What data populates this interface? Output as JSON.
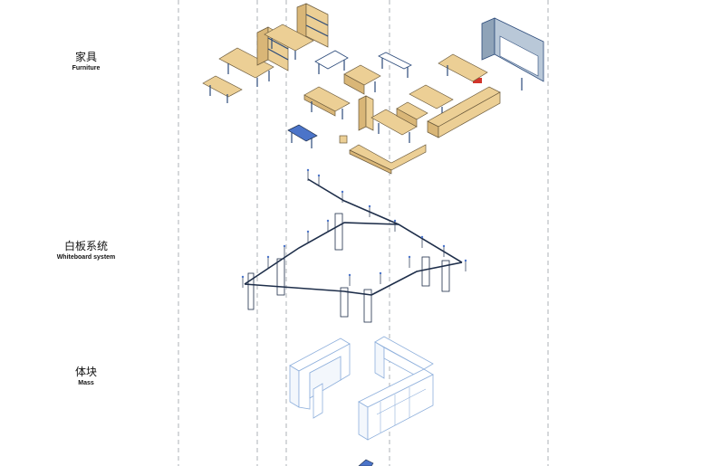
{
  "layers": [
    {
      "zh": "家具",
      "en": "Furniture"
    },
    {
      "zh": "白板系统",
      "en": "Whiteboard system"
    },
    {
      "zh": "体块",
      "en": "Mass"
    }
  ],
  "colors": {
    "wood": "#eccf95",
    "steel": "#2b4a7a",
    "accent_blue": "#4b74c9",
    "accent_red": "#d2342a",
    "whiteboard_line": "#1e2e4a",
    "mass_outline": "#8fb0dc",
    "guide_line": "#9aa0a6"
  }
}
